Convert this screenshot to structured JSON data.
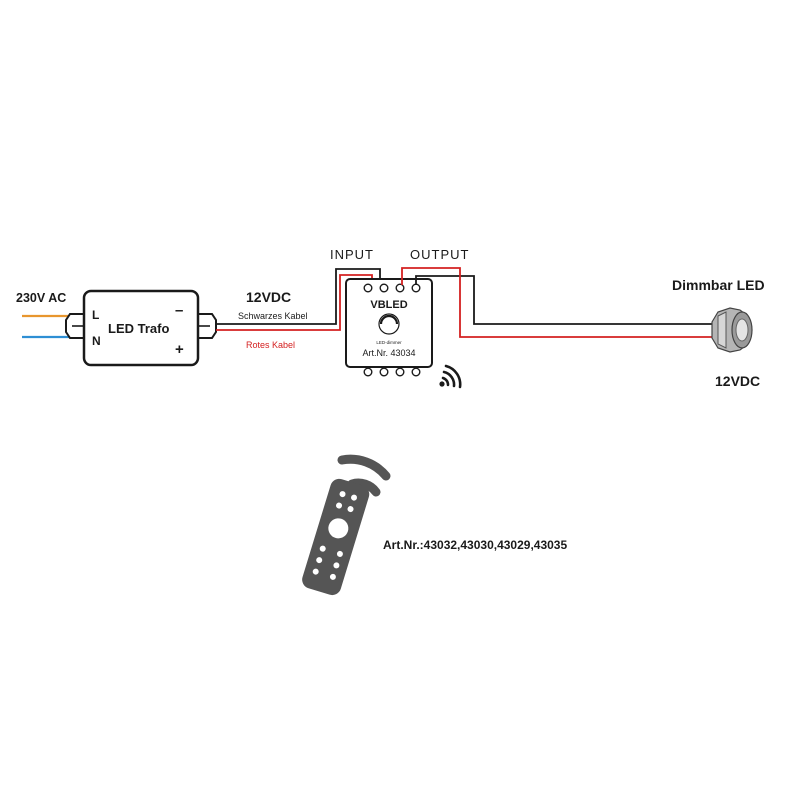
{
  "ac": {
    "label": "230V AC",
    "l_wire_color": "#e8962e",
    "n_wire_color": "#2e8fd4"
  },
  "trafo": {
    "label": "LED Trafo",
    "pin_l": "L",
    "pin_n": "N",
    "pin_minus": "–",
    "pin_plus": "+"
  },
  "supply": {
    "voltage": "12VDC",
    "black_cable": "Schwarzes Kabel",
    "red_cable": "Rotes Kabel",
    "red_color": "#d42020"
  },
  "controller": {
    "input_label": "INPUT",
    "output_label": "OUTPUT",
    "brand": "VBLED",
    "dial_label": "LED-dimmer",
    "article": "Art.Nr. 43034"
  },
  "led": {
    "title": "Dimmbar LED",
    "voltage": "12VDC"
  },
  "remote": {
    "articles": "Art.Nr.:43032,43030,43029,43035"
  }
}
